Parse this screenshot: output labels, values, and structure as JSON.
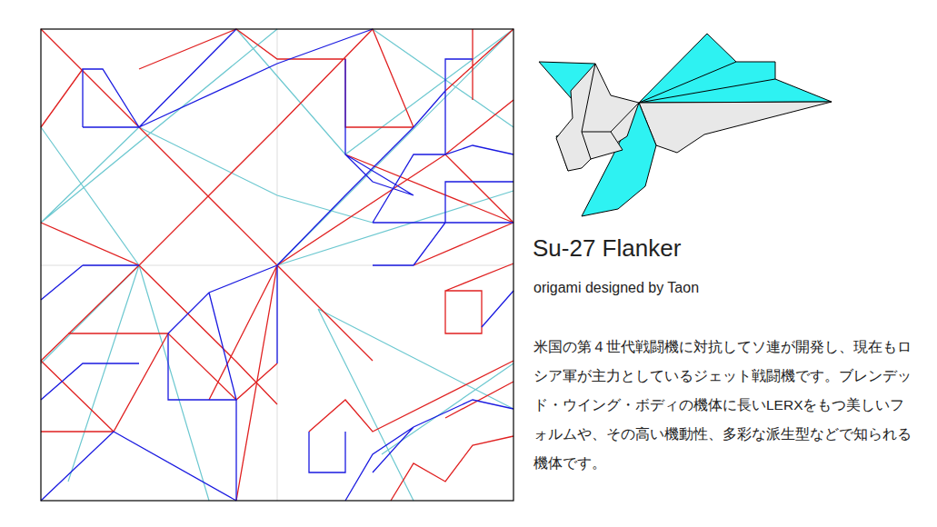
{
  "diagram": {
    "title": "Su-27 Flanker",
    "labels": [
      "origami designed by Taon",
      "米国の第４世代戦闘機に対抗してソ連が開発し、現在もロシア軍が主力としているジェット戦闘機です。ブレンデッド・ウイング・ボディの機体に長いLERXをもつ美しいフォルムや、その高い機動性、多彩な派生型などで知られる機体です。"
    ]
  }
}
